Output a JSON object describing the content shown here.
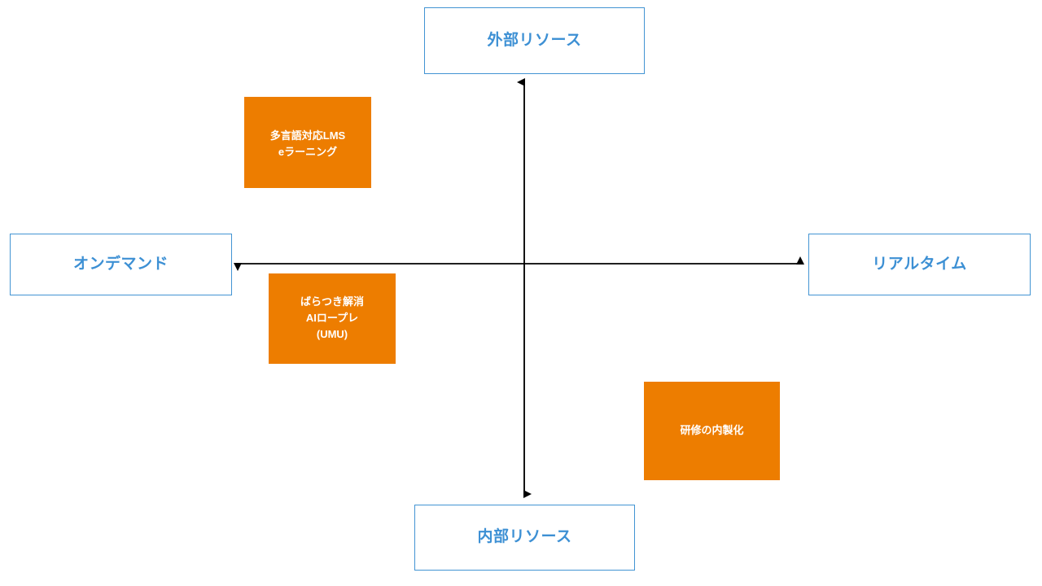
{
  "diagram": {
    "type": "2x2-positioning-matrix",
    "colors": {
      "accent_blue": "#3D90D4",
      "border_blue": "#4294D3",
      "card_orange": "#ED7D00",
      "axis_black": "#000000",
      "background": "#FFFFFF",
      "card_text": "#FFFFFF"
    },
    "axes": {
      "vertical": {
        "top_label": "外部リソース",
        "bottom_label": "内部リソース",
        "arrow_both_ends": true
      },
      "horizontal": {
        "left_label": "オンデマンド",
        "right_label": "リアルタイム",
        "arrow_both_ends": true
      }
    },
    "items": [
      {
        "id": "lms",
        "label": "多言語対応LMS\neラーニング",
        "quadrant": "upper-left",
        "color": "#ED7D00"
      },
      {
        "id": "ai-roleplay",
        "label": "ばらつき解消\nAIロープレ\n(UMU)",
        "quadrant": "lower-left",
        "color": "#ED7D00"
      },
      {
        "id": "in-house-training",
        "label": "研修の内製化",
        "quadrant": "lower-right",
        "color": "#ED7D00"
      }
    ]
  }
}
